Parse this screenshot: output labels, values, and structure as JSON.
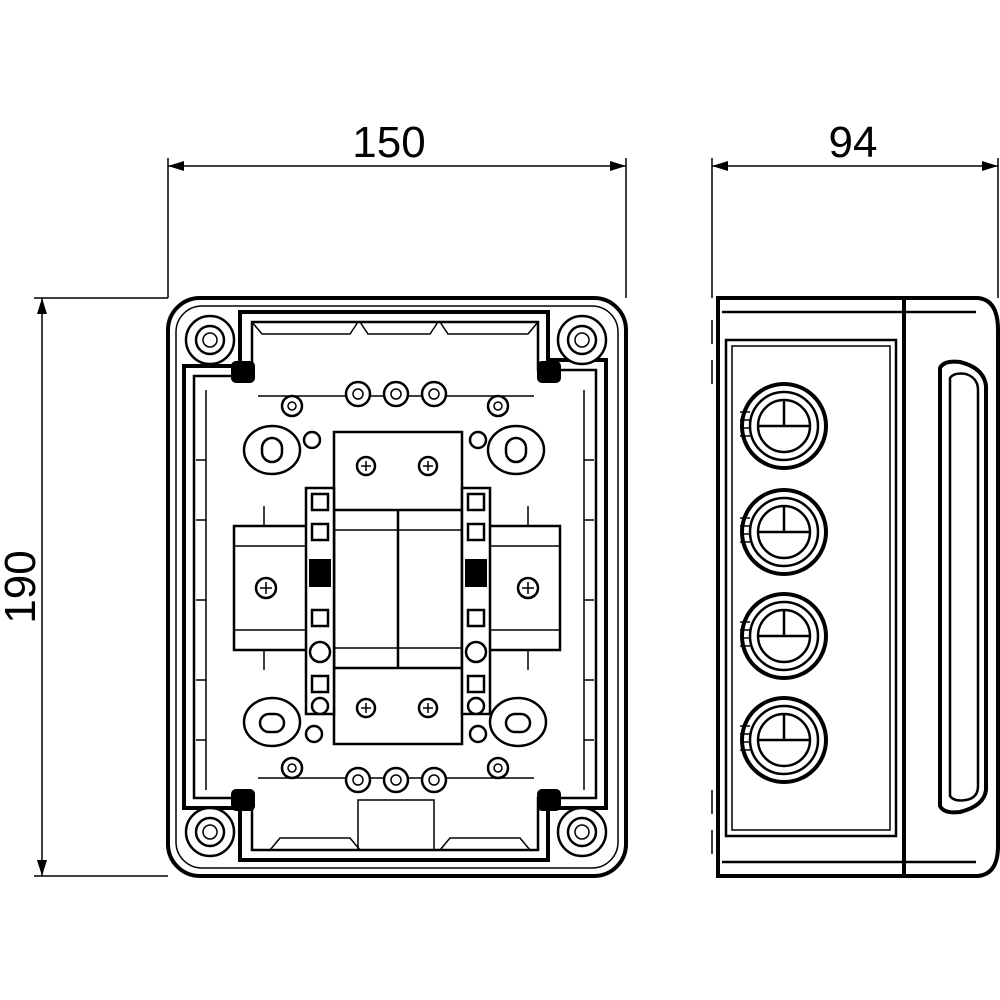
{
  "dimensions": {
    "width_label": "150",
    "depth_label": "94",
    "height_label": "190"
  },
  "views": {
    "front": {
      "cable_glands": 0
    },
    "side": {
      "cable_glands": 4
    }
  }
}
